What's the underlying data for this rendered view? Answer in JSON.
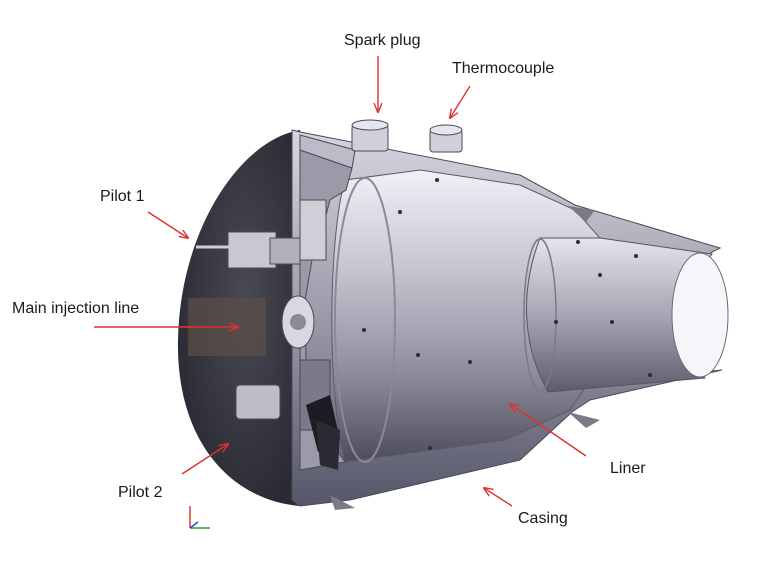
{
  "labels": {
    "spark_plug": "Spark plug",
    "thermocouple": "Thermocouple",
    "pilot_1": "Pilot 1",
    "main_injection": "Main injection line",
    "pilot_2": "Pilot 2",
    "liner": "Liner",
    "casing": "Casing"
  },
  "colors": {
    "arrow": "#e03030",
    "metal_light": "#e6e6ee",
    "metal_dark": "#3c3c48",
    "face": "#3a3a44"
  },
  "icons": {
    "axes": "xyz-axes-icon"
  }
}
